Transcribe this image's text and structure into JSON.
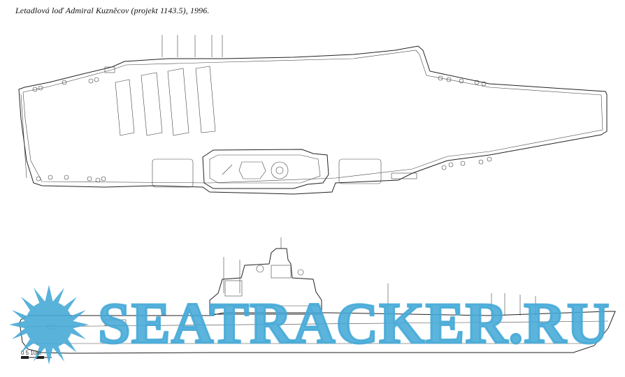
{
  "caption": "Letadlová loď Admiral Kuzněcov (projekt 1143.5), 1996.",
  "scale_bar": {
    "labels": "0  5  10m"
  },
  "watermark": {
    "text": "SEATRACKER.RU",
    "color": "#46aad7"
  }
}
